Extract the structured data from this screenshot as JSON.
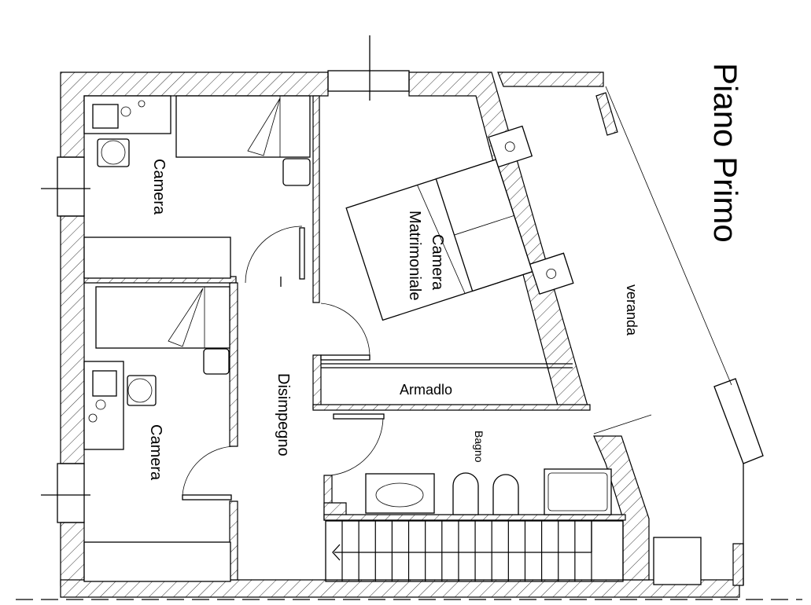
{
  "plan": {
    "title": "Piano Primo",
    "rooms": [
      {
        "id": "camera-top",
        "label": "Camera"
      },
      {
        "id": "camera-bottom",
        "label": "Camera"
      },
      {
        "id": "camera-matrimoniale",
        "label_line1": "Camera",
        "label_line2": "Matrimoniale"
      },
      {
        "id": "disimpegno",
        "label": "Disimpegno"
      },
      {
        "id": "armadio",
        "label": "Armadlo"
      },
      {
        "id": "bagno",
        "label": "Bagno"
      },
      {
        "id": "veranda",
        "label": "veranda"
      }
    ],
    "fixtures": {
      "stairs_steps": 16,
      "stair_direction": "left"
    },
    "colors": {
      "line": "#000000",
      "background": "#ffffff",
      "hatch": "#555555"
    }
  }
}
